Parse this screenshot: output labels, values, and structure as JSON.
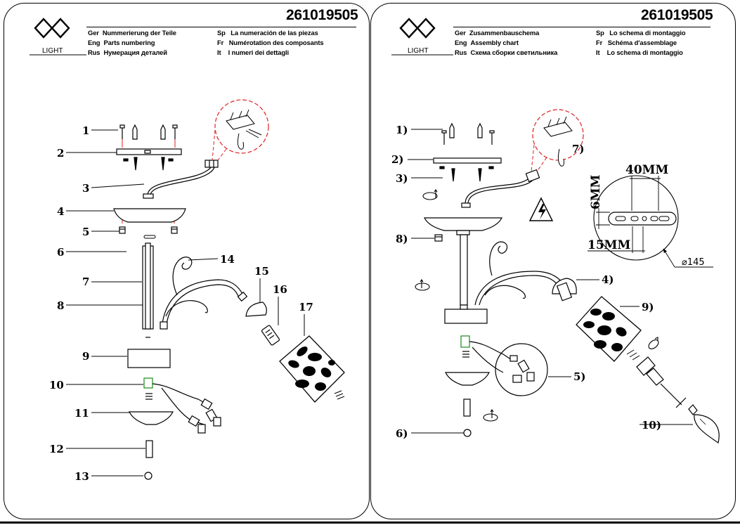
{
  "document_number": "261019505",
  "brand": "LIGHT",
  "left_panel": {
    "header": {
      "ger": {
        "code": "Ger",
        "text": "Nummerierung der Teile"
      },
      "eng": {
        "code": "Eng",
        "text": "Parts numbering"
      },
      "rus": {
        "code": "Rus",
        "text": "Нумерация деталей"
      },
      "sp": {
        "code": "Sp",
        "text": "La numeración de las piezas"
      },
      "fr": {
        "code": "Fr",
        "text": "Numérotation des composants"
      },
      "it": {
        "code": "It",
        "text": "I numeri dei dettagli"
      }
    },
    "part_labels": [
      "1",
      "2",
      "3",
      "4",
      "5",
      "6",
      "7",
      "8",
      "9",
      "10",
      "11",
      "12",
      "13",
      "14",
      "15",
      "16",
      "17"
    ]
  },
  "right_panel": {
    "header": {
      "ger": {
        "code": "Ger",
        "text": "Zusammenbauschema"
      },
      "eng": {
        "code": "Eng",
        "text": "Assembly chart"
      },
      "rus": {
        "code": "Rus",
        "text": "Схема сборки светильника"
      },
      "sp": {
        "code": "Sp",
        "text": "Lo schema di montaggio"
      },
      "fr": {
        "code": "Fr",
        "text": "Schéma d'assemblage"
      },
      "it": {
        "code": "It",
        "text": "Lo schema di montaggio"
      }
    },
    "step_labels": [
      "1)",
      "2)",
      "3)",
      "8)",
      "7)",
      "4)",
      "9)",
      "5)",
      "6)",
      "10)"
    ],
    "dimensions": {
      "width": "40MM",
      "height": "6MM",
      "offset": "15MM",
      "diameter": "⌀145"
    }
  },
  "icons": [
    "logo-icon",
    "high-voltage-warning-icon",
    "rotate-arrow-icon"
  ]
}
